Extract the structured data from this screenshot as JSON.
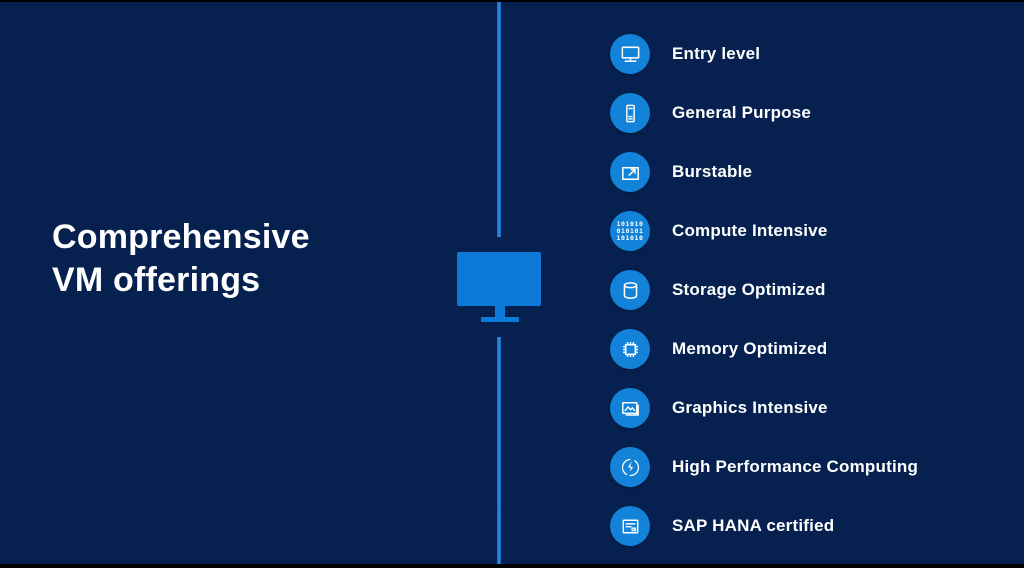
{
  "slide": {
    "title_line1": "Comprehensive",
    "title_line2": "VM offerings"
  },
  "colors": {
    "bg": "#062150",
    "accent": "#1283d8",
    "monitor": "#0d79d8",
    "text": "#ffffff",
    "bar": "#000000"
  },
  "icons": {
    "binary_rows": [
      "101010",
      "010101",
      "101010"
    ]
  },
  "list": {
    "items": [
      {
        "label": "Entry level",
        "icon": "desktop-icon"
      },
      {
        "label": "General Purpose",
        "icon": "smartphone-icon"
      },
      {
        "label": "Burstable",
        "icon": "expand-arrow-icon"
      },
      {
        "label": "Compute Intensive",
        "icon": "binary-code-icon"
      },
      {
        "label": "Storage Optimized",
        "icon": "database-icon"
      },
      {
        "label": "Memory Optimized",
        "icon": "chip-icon"
      },
      {
        "label": "Graphics Intensive",
        "icon": "image-icon"
      },
      {
        "label": "High Performance Computing",
        "icon": "lightning-icon"
      },
      {
        "label": "SAP HANA certified",
        "icon": "form-icon"
      }
    ]
  }
}
